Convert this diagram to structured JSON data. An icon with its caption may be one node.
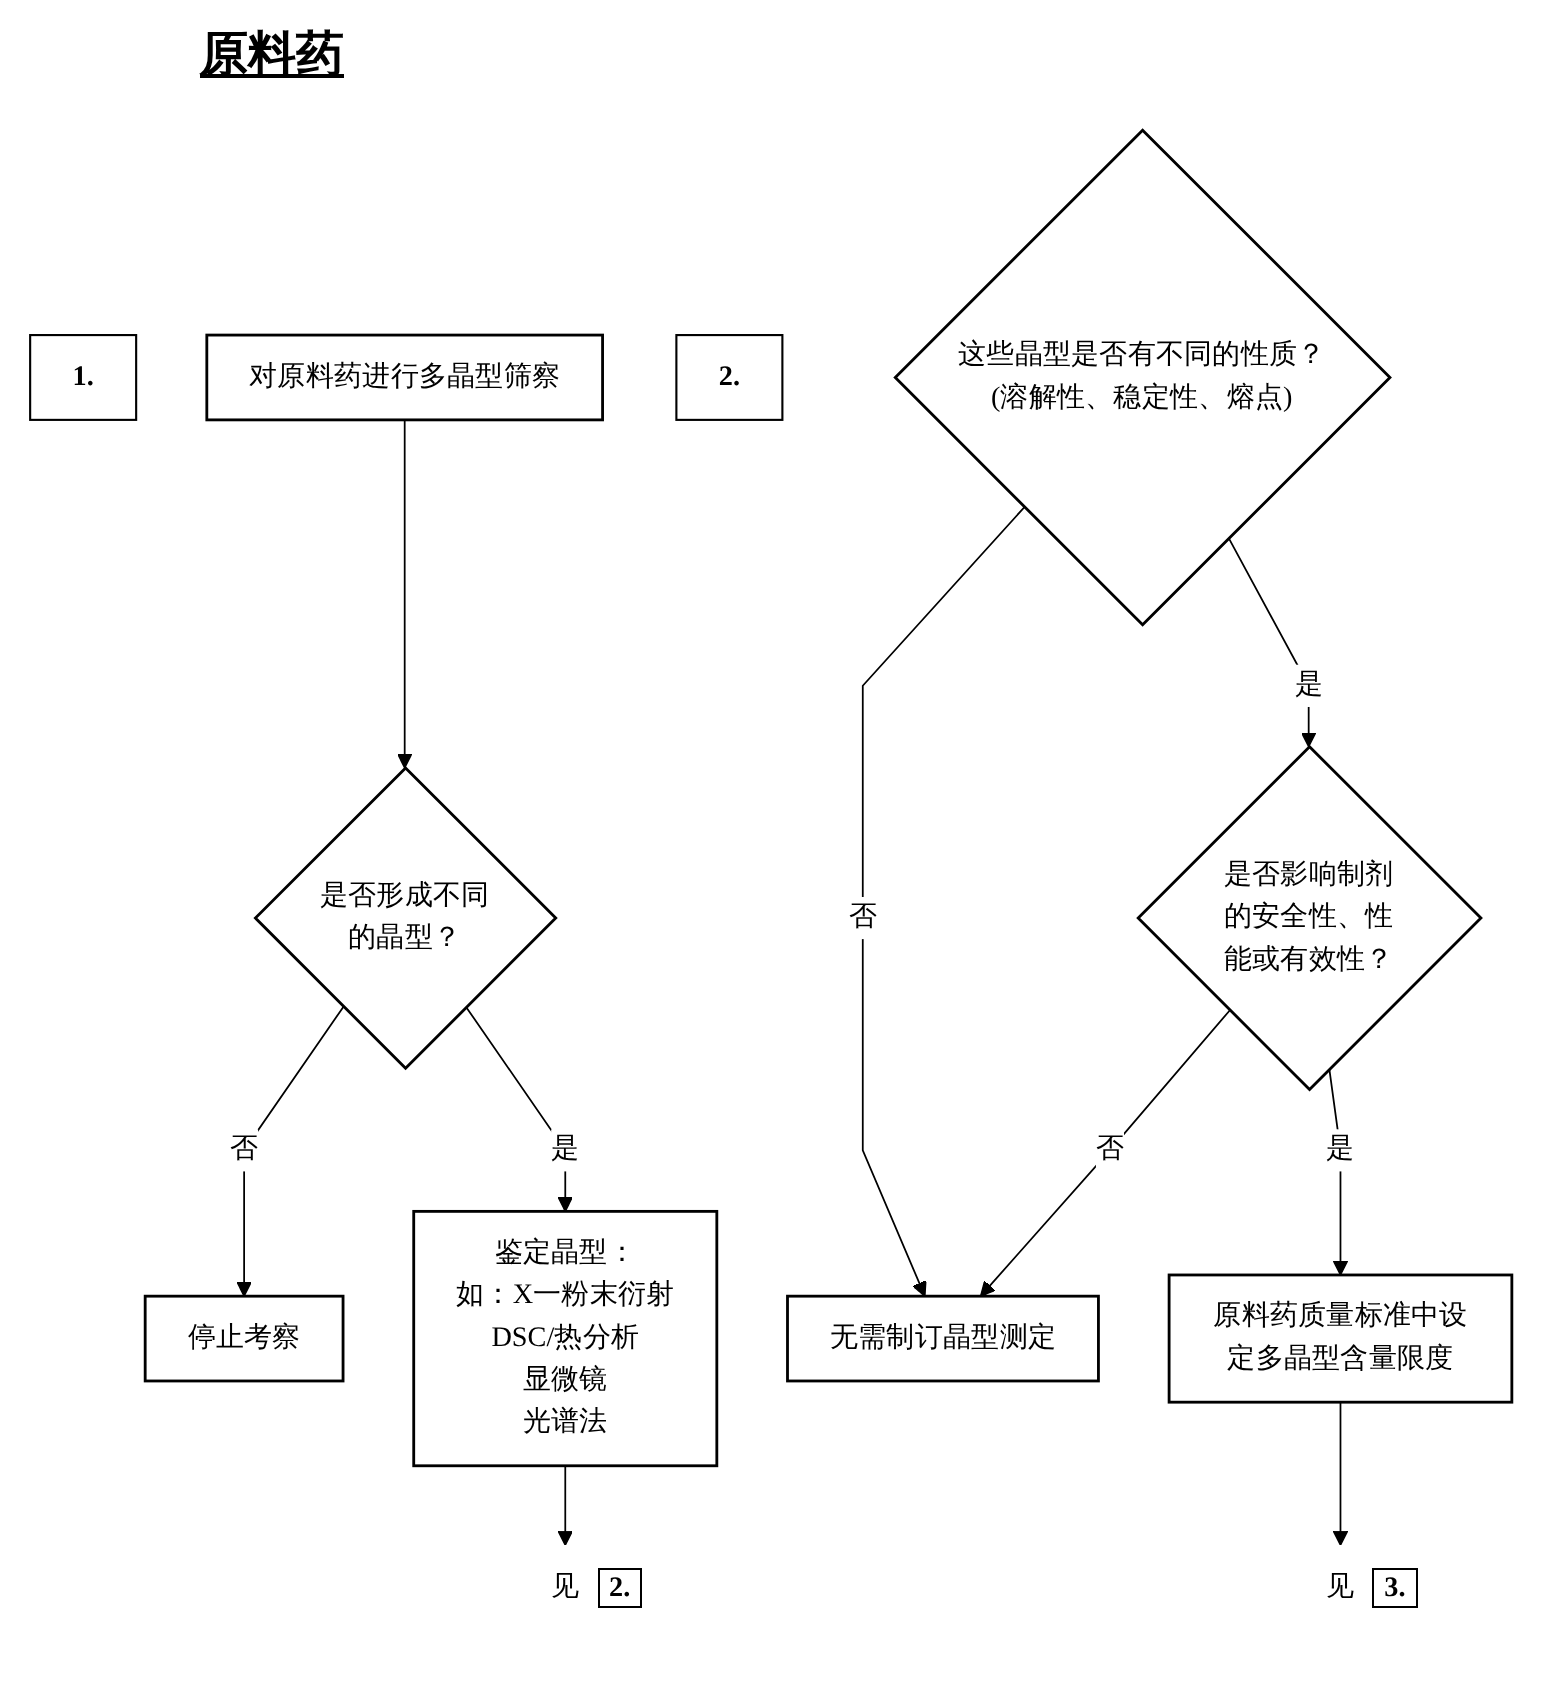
{
  "diagram": {
    "title": "原料药",
    "nodes": [
      {
        "text": [
          "1."
        ]
      },
      {
        "text": [
          "对原料药进行多晶型筛察"
        ]
      },
      {
        "text": [
          "是否形成不同的晶型？"
        ]
      },
      {
        "text": [
          "停止考察"
        ]
      },
      {
        "text": [
          "鉴定晶型：",
          "如：X一粉末衍射",
          "DSC/热分析",
          "显微镜",
          "光谱法"
        ]
      },
      {
        "text": [
          "见"
        ],
        "beside": [
          "2."
        ]
      },
      {
        "text": [
          "2."
        ]
      },
      {
        "text": [
          "这些晶型是否有不同的性质？",
          "(溶解性、稳定性、熔点)"
        ]
      },
      {
        "text": [
          "无需制订晶型测定"
        ]
      },
      {
        "text": [
          "是否影响制剂的安全性、性能或有效性？"
        ]
      },
      {
        "text": [
          "原料药质量标准中设定多晶型含量限度"
        ]
      },
      {
        "text": [
          "见"
        ],
        "beside": [
          "3."
        ]
      }
    ],
    "edges": [
      {
        "from": 1,
        "to": 2,
        "arrow": "to"
      },
      {
        "from": 2,
        "to": 3,
        "arrow": "to",
        "label": "否"
      },
      {
        "from": 2,
        "to": 4,
        "arrow": "to",
        "label": "是"
      },
      {
        "from": 4,
        "to": 5,
        "arrow": "to"
      },
      {
        "from": 7,
        "to": 8,
        "arrow": "to",
        "label": "否"
      },
      {
        "from": 7,
        "to": 9,
        "arrow": "to",
        "label": "是"
      },
      {
        "from": 9,
        "to": 8,
        "arrow": "to",
        "label": "否"
      },
      {
        "from": 9,
        "to": 10,
        "arrow": "to",
        "label": "是"
      },
      {
        "from": 10,
        "to": 11,
        "arrow": "to"
      }
    ]
  }
}
